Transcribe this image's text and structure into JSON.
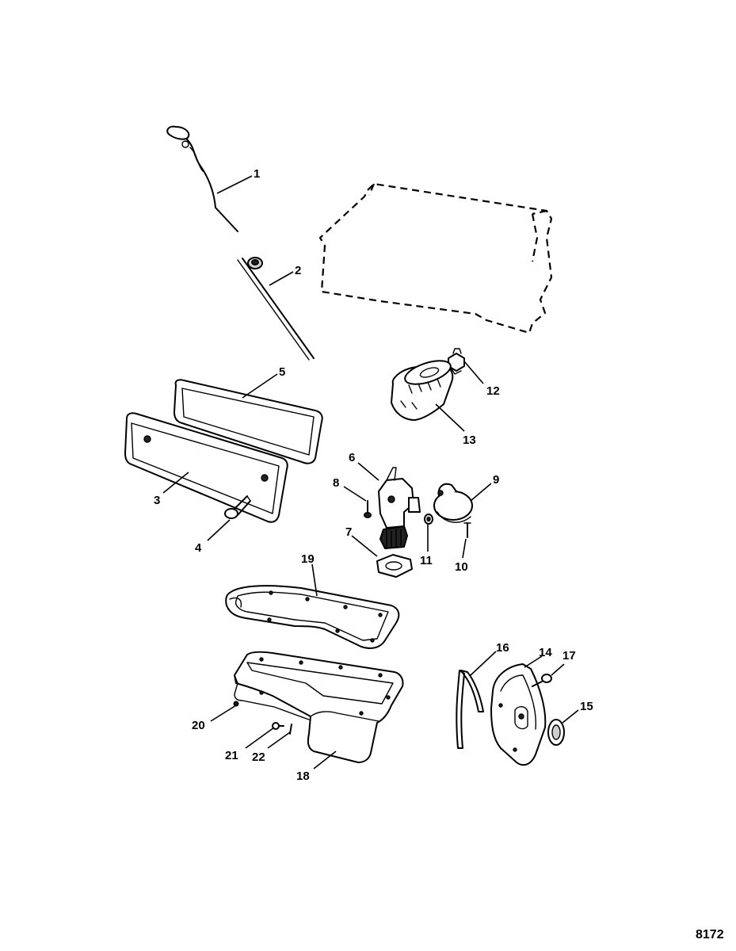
{
  "figure": {
    "id": "8172"
  },
  "callouts": [
    {
      "key": "c1",
      "label": "1"
    },
    {
      "key": "c2",
      "label": "2"
    },
    {
      "key": "c3",
      "label": "3"
    },
    {
      "key": "c4",
      "label": "4"
    },
    {
      "key": "c5",
      "label": "5"
    },
    {
      "key": "c6",
      "label": "6"
    },
    {
      "key": "c7",
      "label": "7"
    },
    {
      "key": "c8",
      "label": "8"
    },
    {
      "key": "c9",
      "label": "9"
    },
    {
      "key": "c10",
      "label": "10"
    },
    {
      "key": "c11",
      "label": "11"
    },
    {
      "key": "c12",
      "label": "12"
    },
    {
      "key": "c13",
      "label": "13"
    },
    {
      "key": "c14",
      "label": "14"
    },
    {
      "key": "c15",
      "label": "15"
    },
    {
      "key": "c16",
      "label": "16"
    },
    {
      "key": "c17",
      "label": "17"
    },
    {
      "key": "c18",
      "label": "18"
    },
    {
      "key": "c19",
      "label": "19"
    },
    {
      "key": "c20",
      "label": "20"
    },
    {
      "key": "c21",
      "label": "21"
    },
    {
      "key": "c22",
      "label": "22"
    }
  ]
}
